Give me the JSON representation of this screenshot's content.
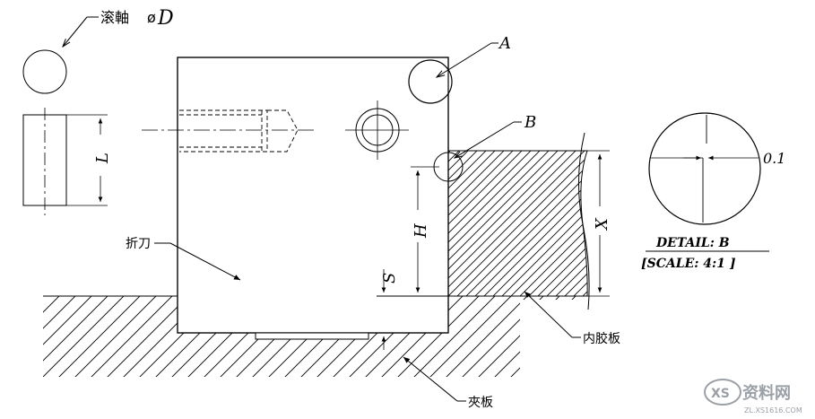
{
  "labels": {
    "roller_shaft": "滚軸",
    "diameter_symbol": "ø",
    "diameter_var": "D",
    "point_a": "A",
    "point_b": "B",
    "dim_l": "L",
    "dim_h": "H",
    "dim_x": "X",
    "dim_s": "S",
    "bending_knife": "折刀",
    "inner_plate": "内胶板",
    "clamp_plate": "夾板",
    "detail_value": "0.1",
    "detail_title": "DETAIL:  B",
    "detail_scale": "[SCALE: 4:1  ]"
  },
  "watermark": {
    "brand": "资料网",
    "url": "ZL.XS1616.COM"
  }
}
